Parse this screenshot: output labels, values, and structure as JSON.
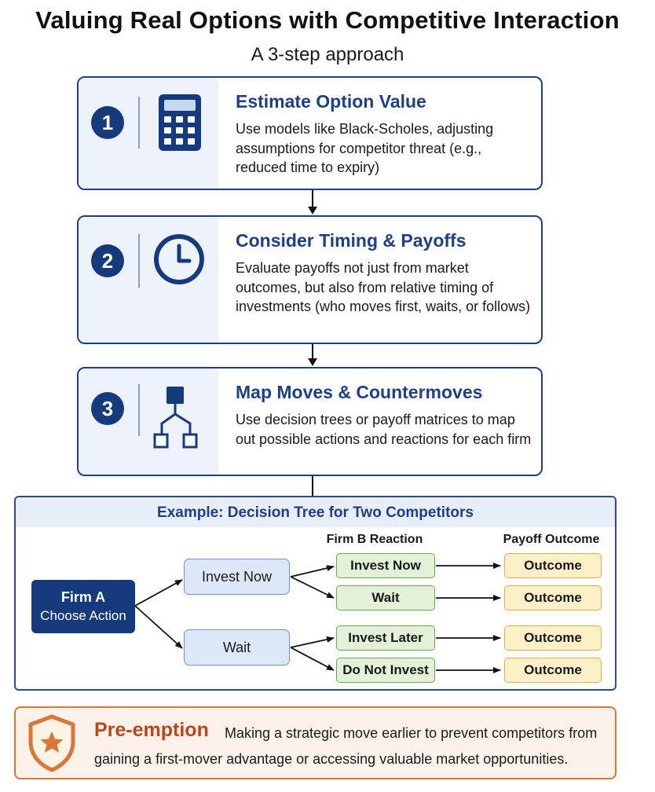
{
  "title": "Valuing Real Options with Competitive Interaction",
  "subtitle": "A 3-step approach",
  "steps": [
    {
      "number": "1",
      "icon": "calculator-icon",
      "heading": "Estimate Option Value",
      "description": "Use models like Black-Scholes, adjusting assumptions for competitor threat (e.g., reduced time to expiry)"
    },
    {
      "number": "2",
      "icon": "clock-icon",
      "heading": "Consider Timing & Payoffs",
      "description": "Evaluate payoffs not just from market outcomes, but also from relative timing of investments (who moves first, waits, or follows)"
    },
    {
      "number": "3",
      "icon": "decision-tree-icon",
      "heading": "Map Moves & Countermoves",
      "description": "Use decision trees or payoff matrices to map out possible actions and reactions for each firm"
    }
  ],
  "example": {
    "heading": "Example: Decision Tree for Two Competitors",
    "col_firm_b": "Firm B Reaction",
    "col_payoff": "Payoff Outcome",
    "firm_a": {
      "line1": "Firm A",
      "line2": "Choose Action"
    },
    "actions": [
      "Invest Now",
      "Wait"
    ],
    "reactions": [
      "Invest Now",
      "Wait",
      "Invest Later",
      "Do Not Invest"
    ],
    "outcomes": [
      "Outcome",
      "Outcome",
      "Outcome",
      "Outcome"
    ]
  },
  "preemption": {
    "icon": "shield-star-icon",
    "title": "Pre-emption",
    "description_line1": "Making a strategic move earlier to prevent competitors from",
    "description_line2": "gaining a first-mover advantage or accessing valuable market opportunities."
  },
  "colors": {
    "navy": "#163b7c",
    "heading_blue": "#1f3f84",
    "orange_accent": "#b8461e",
    "green_node": "#e3f1d9",
    "yellow_node": "#fdefc8"
  }
}
